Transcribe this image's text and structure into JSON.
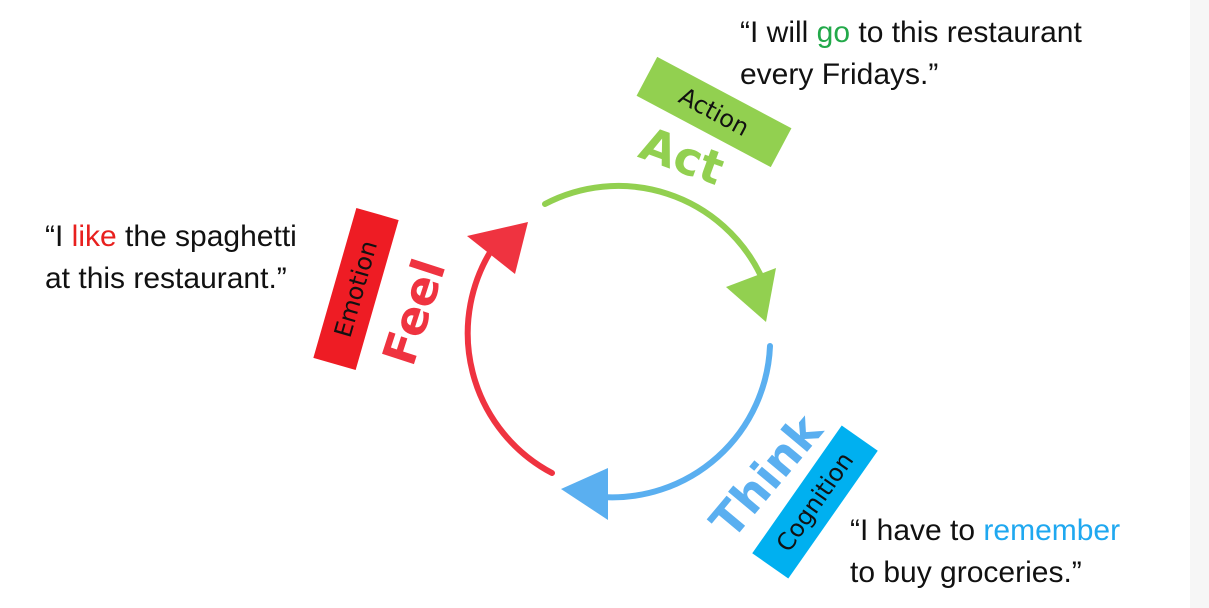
{
  "colors": {
    "feel": "#ef3340",
    "act": "#92d050",
    "think": "#5aaff0",
    "emotion_tag": "#ee1c24",
    "action_tag": "#92d050",
    "cognition_tag": "#00b0f0",
    "quote_feel_highlight": "#e8201e",
    "quote_act_highlight": "#22a94a",
    "quote_think_highlight": "#1fa8f0"
  },
  "cycle": {
    "feel": {
      "word": "Feel",
      "tag": "Emotion"
    },
    "act": {
      "word": "Act",
      "tag": "Action"
    },
    "think": {
      "word": "Think",
      "tag": "Cognition"
    }
  },
  "quotes": {
    "feel": {
      "line1_pre": "“I ",
      "line1_highlight": "like",
      "line1_post": " the spaghetti",
      "line2": "at this restaurant.”"
    },
    "act": {
      "line1_pre": "“I will ",
      "line1_highlight": "go",
      "line1_post": " to this restaurant",
      "line2": "every Fridays.”"
    },
    "think": {
      "line1_pre": "“I have to ",
      "line1_highlight": "remember",
      "line1_post": "",
      "line2": "to buy groceries.”"
    }
  }
}
